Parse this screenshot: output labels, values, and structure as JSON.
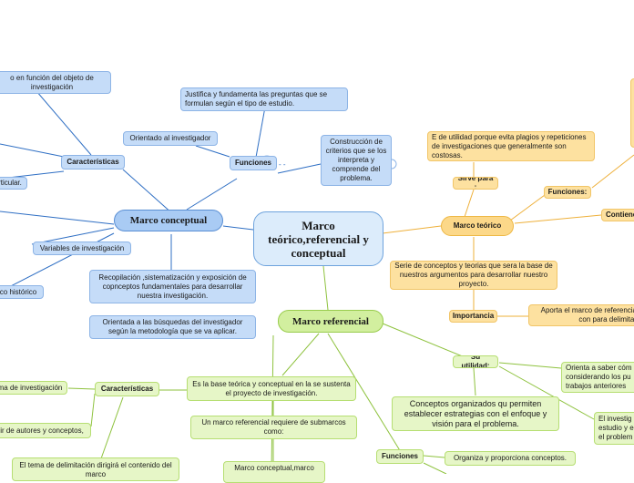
{
  "center": "Marco teórico,referencial y conceptual",
  "conceptual": {
    "title": "Marco conceptual",
    "caracteristicas": "Características",
    "funciones": "Funciones",
    "funcion_objeto": "o en función del objeto de investigación",
    "particular": "rticular.",
    "orientado": "Orientado al investigador",
    "justifica": "Justifica y fundamenta las preguntas que se formulan según el tipo de estudio.",
    "construccion": "Construcción de criterios que se los interpreta y comprende del problema.",
    "variables": "Variables de investigación",
    "historico": "co histórico",
    "recopilacion": "Recopilación ,sistematización y exposición de copnceptos fundamentales para desarrollar nuestra investigación.",
    "orientada": "Orientada a las búsquedas del investigador según la metodología que se va aplicar."
  },
  "teorico": {
    "title": "Marco teórico",
    "sirve": "Sirve para :",
    "utilidad": "E de utilidad porque evita plagios y repeticiones de investigaciones que generalmente son costosas.",
    "funciones": "Funciones:",
    "contiene": "Contiene",
    "serie": "Serie de conceptos y teorias que sera la base de nuestros argumentos para desarrollar nuestro proyecto.",
    "importancia": "Importancia",
    "aporta": "Aporta el marco de referencia con para delimitar"
  },
  "referencial": {
    "title": "Marco referencial",
    "caracteristicas": "Características",
    "tema": "ma de investigación",
    "autores": "ir de autores y conceptos,",
    "delimitacion": "El tema de delimitación dirigirá el contenido del marco",
    "base": "Es la base teórica y conceptual en la se sustenta el proyecto de investigación.",
    "submarcos": "Un marco referencial requiere de submarcos como:",
    "marco_conceptual": "Marco conceptual,marco",
    "su_utilidad": "Su utilidad:",
    "orienta": "Orienta a saber cóm considerando los pu trabajos anteriores",
    "investig": "El investig estudio y e el problem",
    "conceptos": "Conceptos organizados qu permiten establecer estrategias con el enfoque y visión para el problema.",
    "funciones": "Funciones",
    "organiza": "Organiza y  proporciona conceptos."
  }
}
